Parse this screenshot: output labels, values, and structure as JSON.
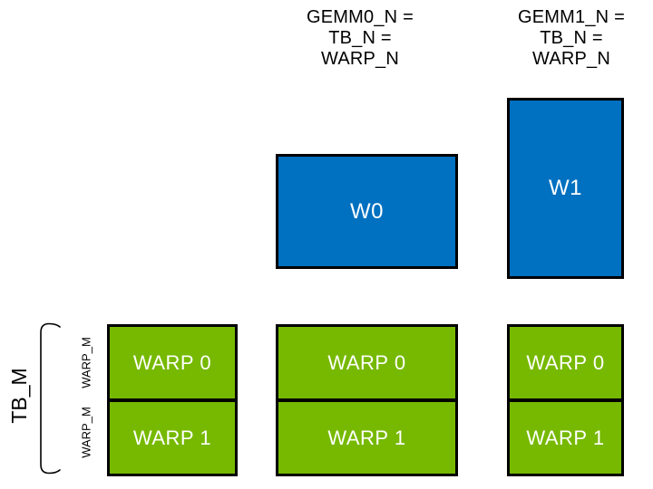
{
  "diagram": {
    "column_headers": [
      {
        "text": "GEMM0_N =\nTB_N =\nWARP_N"
      },
      {
        "text": "GEMM1_N =\nTB_N =\nWARP_N"
      }
    ],
    "gemm0_warp_tile": {
      "label": "W0"
    },
    "gemm1_warp_tile": {
      "label": "W1"
    },
    "left_axis": {
      "tb_m_label": "TB_M",
      "warp_m_labels": [
        "WARP_M",
        "WARP_M"
      ]
    },
    "thread_block_tiles": [
      {
        "warps": [
          "WARP 0",
          "WARP 1"
        ]
      },
      {
        "warps": [
          "WARP 0",
          "WARP 1"
        ]
      },
      {
        "warps": [
          "WARP 0",
          "WARP 1"
        ]
      }
    ]
  },
  "colors": {
    "warp_green": "#76B900",
    "tile_blue": "#0070C0",
    "outline": "#000000"
  }
}
